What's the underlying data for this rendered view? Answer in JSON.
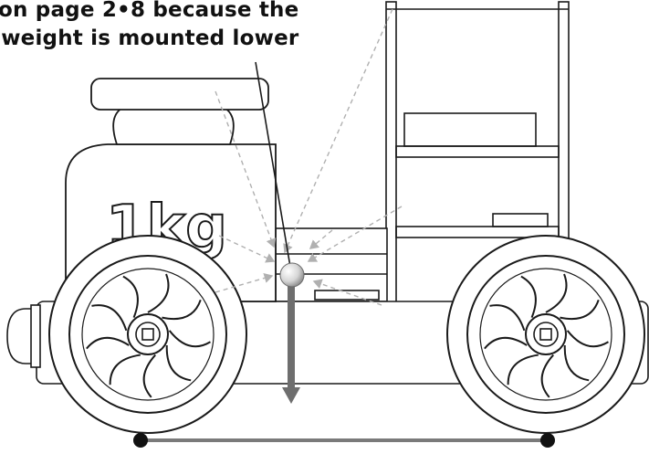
{
  "caption": {
    "line1": "on page 2•8 because the",
    "line2": "weight is mounted lower"
  },
  "weight": {
    "label": "1kg"
  },
  "colors": {
    "outline": "#1a1a1a",
    "fill": "#f2f2f2",
    "force_arrow": "#6e6e6e",
    "guide_lines": "#b0b0b0",
    "ground_line": "#7a7a7a",
    "contact_points": "#111111"
  },
  "icons": {
    "center_of_mass": "center-of-mass-sphere",
    "gravity": "down-arrow"
  }
}
